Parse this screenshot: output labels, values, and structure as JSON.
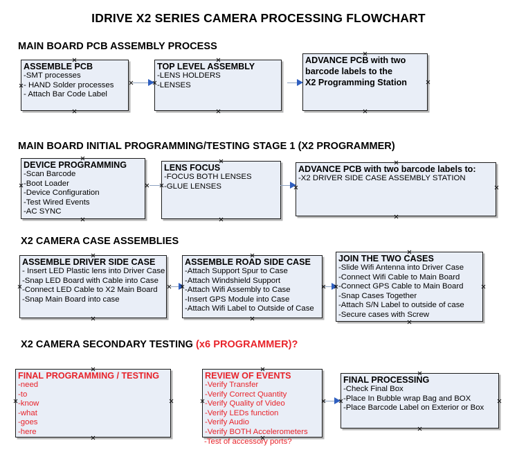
{
  "title": "IDRIVE X2  SERIES CAMERA PROCESSING FLOWCHART",
  "sections": [
    {
      "id": "main-board-pcb-assembly-process",
      "heading": "MAIN BOARD PCB ASSEMBLY PROCESS",
      "heading_red": "",
      "boxes": [
        {
          "id": "assemble-pcb",
          "head": "ASSEMBLE PCB",
          "items": [
            "-SMT processes",
            "- HAND Solder processes",
            "- Attach Bar Code Label"
          ],
          "color": "black"
        },
        {
          "id": "top-level-assembly",
          "head": "TOP LEVEL ASSEMBLY",
          "items": [
            "-LENS HOLDERS",
            "-LENSES"
          ],
          "color": "black"
        },
        {
          "id": "advance-pcb-to-x2-programming-station",
          "head": "ADVANCE PCB with two",
          "head_lines": [
            "ADVANCE PCB with two",
            "barcode labels to the",
            " X2 Programming Station"
          ],
          "items": [],
          "color": "black"
        }
      ]
    },
    {
      "id": "main-board-initial-programming-testing-stage-1",
      "heading": "MAIN BOARD INITIAL PROGRAMMING/TESTING STAGE 1 (X2 PROGRAMMER)",
      "heading_red": "",
      "boxes": [
        {
          "id": "device-programming",
          "head": "DEVICE PROGRAMMING",
          "items": [
            "-Scan Barcode",
            "-Boot Loader",
            "-Device Configuration",
            "-Test Wired Events",
            "-AC SYNC"
          ],
          "color": "black"
        },
        {
          "id": "lens-focus",
          "head": "LENS FOCUS",
          "items": [
            "-FOCUS BOTH LENSES",
            "-GLUE LENSES"
          ],
          "color": "black"
        },
        {
          "id": "advance-pcb-to-driver-side-case-assembly",
          "head": "ADVANCE PCB with two barcode labels to:",
          "items": [
            "-X2 DRIVER  SIDE  CASE  ASSEMBLY STATION"
          ],
          "color": "black"
        }
      ]
    },
    {
      "id": "x2-camera-case-assemblies",
      "heading": "X2 CAMERA CASE ASSEMBLIES",
      "heading_red": "",
      "boxes": [
        {
          "id": "assemble-driver-side-case",
          "head": "ASSEMBLE DRIVER SIDE CASE",
          "items": [
            "- Insert LED Plastic lens into Driver Case",
            "-Snap LED Board with Cable into Case",
            "-Connect LED Cable to X2 Main Board",
            "-Snap Main Board into case"
          ],
          "color": "black"
        },
        {
          "id": "assemble-road-side-case",
          "head": "ASSEMBLE ROAD SIDE CASE",
          "items": [
            "-Attach Support Spur to Case",
            "-Attach Windshield Support",
            "-Attach Wifi Assembly to Case",
            "-Insert GPS Module into Case",
            "-Attach Wifi Label to Outside of Case"
          ],
          "color": "black"
        },
        {
          "id": "join-the-two-cases",
          "head": "JOIN THE TWO CASES",
          "items": [
            "-Slide Wifi Antenna into Driver Case",
            "-Connect Wifi Cable to Main Board",
            "-Connect GPS Cable to Main Board",
            "-Snap Cases Together",
            "-Attach S/N Label to outside of case",
            "-Secure cases with Screw"
          ],
          "color": "black"
        }
      ]
    },
    {
      "id": "x2-camera-secondary-testing",
      "heading": "X2 CAMERA SECONDARY TESTING ",
      "heading_red": "(x6 PROGRAMMER)?",
      "boxes": [
        {
          "id": "final-programming-testing",
          "head": "FINAL PROGRAMMING / TESTING",
          "items": [
            "-need",
            "-to",
            "-know",
            "-what",
            "-goes",
            "-here"
          ],
          "color": "red"
        },
        {
          "id": "review-of-events",
          "head": "REVIEW OF EVENTS",
          "items": [
            "-Verify Transfer",
            "-Verify Correct Quantity",
            "-Verify Quality of Video",
            "-Verify LEDs function",
            "-Verify Audio",
            "-Verify BOTH Accelerometers"
          ],
          "overflow_item": "-Test of accessory ports?",
          "color": "red"
        },
        {
          "id": "final-processing",
          "head": "FINAL PROCESSING",
          "items": [
            " -Check Final Box",
            "-Place In Bubble wrap Bag and BOX",
            "-Place Barcode Label on Exterior or Box"
          ],
          "color": "black"
        }
      ]
    }
  ],
  "colors": {
    "box_fill": "#e9eef7",
    "box_border": "#1b1b1b",
    "accent_red": "#e8232a",
    "connector_line": "#8da2c0",
    "connector_head": "#2f5fc0",
    "page_background": "#ffffff"
  }
}
